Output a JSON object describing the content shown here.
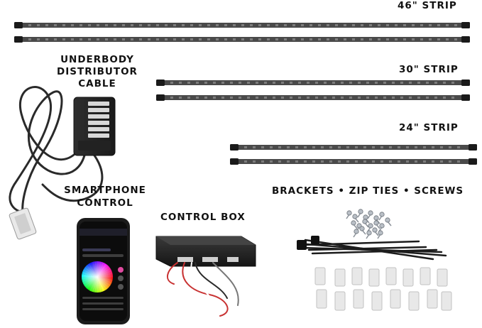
{
  "labels": {
    "strip_46": "46\" STRIP",
    "strip_30": "30\" STRIP",
    "strip_24": "24\" STRIP",
    "distributor_line1": "UNDERBODY",
    "distributor_line2": "DISTRIBUTOR",
    "distributor_line3": "CABLE",
    "smartphone_line1": "SMARTPHONE",
    "smartphone_line2": "CONTROL",
    "control_box": "CONTROL BOX",
    "hardware": "BRACKETS • ZIP TIES • SCREWS"
  },
  "colors": {
    "strip_body": "#4a4a4a",
    "strip_cap": "#1a1a1a",
    "cable": "#2a2a2a",
    "bracket": "#e8e8e8",
    "phone_body": "#1b1b1b"
  },
  "icons": {
    "led_strip": "led-strip-icon",
    "distributor": "distributor-icon",
    "phone": "phone-icon",
    "color_wheel": "color-wheel-icon",
    "control_box": "control-box-icon",
    "zip_ties": "zip-ties-icon",
    "screws": "screws-icon",
    "brackets": "brackets-icon"
  }
}
